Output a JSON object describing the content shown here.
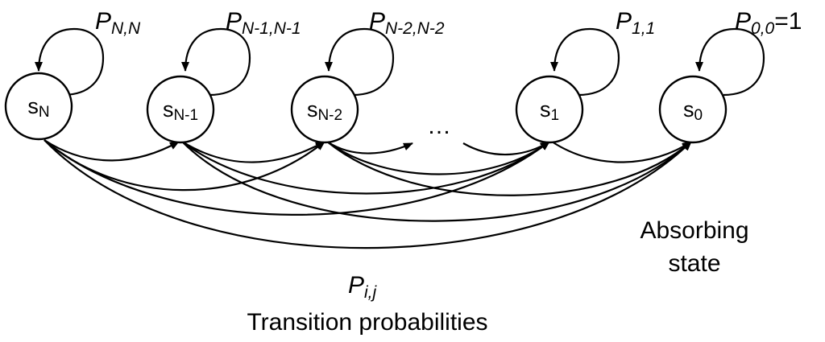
{
  "nodes": [
    {
      "id": "sN",
      "base": "s",
      "sub": "N"
    },
    {
      "id": "sN1",
      "base": "s",
      "sub": "N-1"
    },
    {
      "id": "sN2",
      "base": "s",
      "sub": "N-2"
    },
    {
      "id": "s1",
      "base": "s",
      "sub": "1"
    },
    {
      "id": "s0",
      "base": "s",
      "sub": "0"
    }
  ],
  "self_loops": [
    {
      "base": "P",
      "sub": "N,N",
      "suffix": ""
    },
    {
      "base": "P",
      "sub": "N-1,N-1",
      "suffix": ""
    },
    {
      "base": "P",
      "sub": "N-2,N-2",
      "suffix": ""
    },
    {
      "base": "P",
      "sub": "1,1",
      "suffix": ""
    },
    {
      "base": "P",
      "sub": "0,0",
      "suffix": "=1"
    }
  ],
  "ellipsis": "…",
  "transition": {
    "base": "P",
    "sub": "i,j",
    "caption": "Transition probabilities"
  },
  "absorbing": {
    "line1": "Absorbing",
    "line2": "state"
  }
}
